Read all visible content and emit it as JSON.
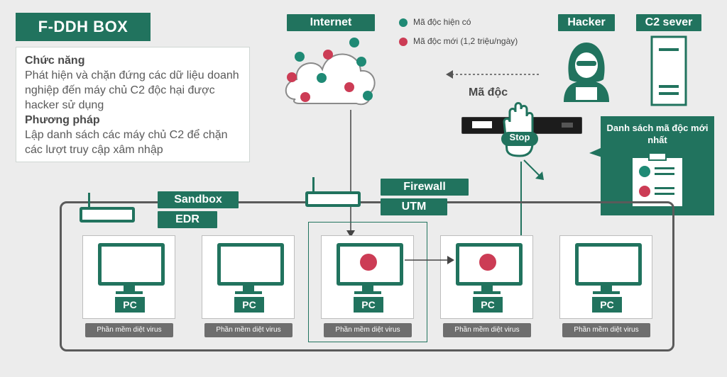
{
  "title": "F-DDH BOX",
  "description": {
    "heading1": "Chức năng",
    "text1": "Phát hiện và chặn đứng các dữ liệu doanh nghiệp đến máy chủ C2 độc hại được hacker sử dụng",
    "heading2": "Phương pháp",
    "text2": "Lập danh sách các máy chủ C2 để chặn các lượt truy cập xâm nhập"
  },
  "internet_label": "Internet",
  "legend": {
    "existing": "Mã độc hiện có",
    "new": "Mã độc mới (1,2 triệu/ngày)"
  },
  "hacker_label": "Hacker",
  "c2_label": "C2 sever",
  "malware_label": "Mã độc",
  "stop_label": "Stop",
  "list_panel": "Danh sách mã độc mới nhất",
  "security_tags": [
    "Firewall",
    "UTM",
    "Sandbox",
    "EDR"
  ],
  "pcs": [
    {
      "label": "PC",
      "av": "Phần mềm diệt virus"
    },
    {
      "label": "PC",
      "av": "Phần mềm diệt virus"
    },
    {
      "label": "PC",
      "av": "Phần mềm diệt virus"
    },
    {
      "label": "PC",
      "av": "Phần mềm diệt virus"
    },
    {
      "label": "PC",
      "av": "Phần mềm diệt virus"
    }
  ],
  "colors": {
    "accent": "#21735e",
    "existing_malware": "#1f8a75",
    "new_malware": "#cc3c55"
  }
}
